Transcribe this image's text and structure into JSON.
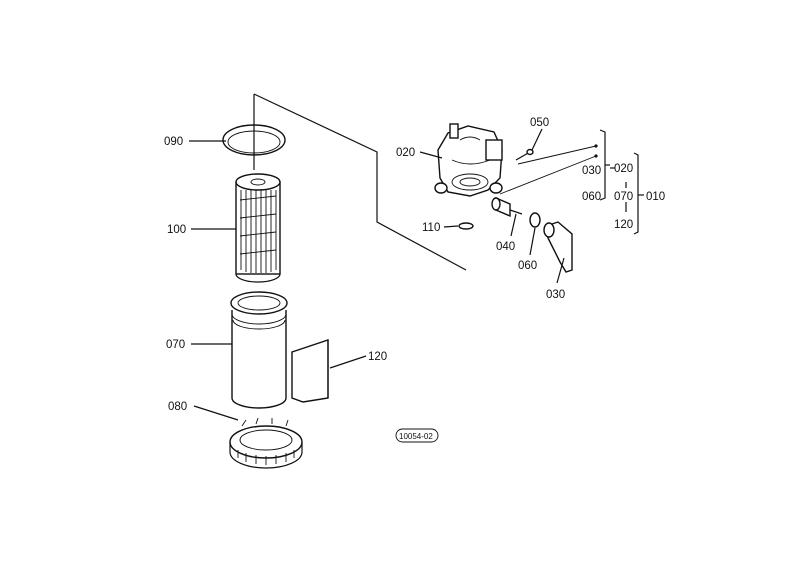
{
  "diagram": {
    "reference_code": "10054-02",
    "callouts": {
      "c090": "090",
      "c100": "100",
      "c070": "070",
      "c120": "120",
      "c080": "080",
      "c020": "020",
      "c050": "050",
      "c110": "110",
      "c040": "040",
      "c060": "060",
      "c030": "030"
    },
    "kit_bracket": {
      "inner": [
        "030",
        "060"
      ],
      "middle": [
        "020",
        "070",
        "120"
      ],
      "outer": "010"
    }
  }
}
